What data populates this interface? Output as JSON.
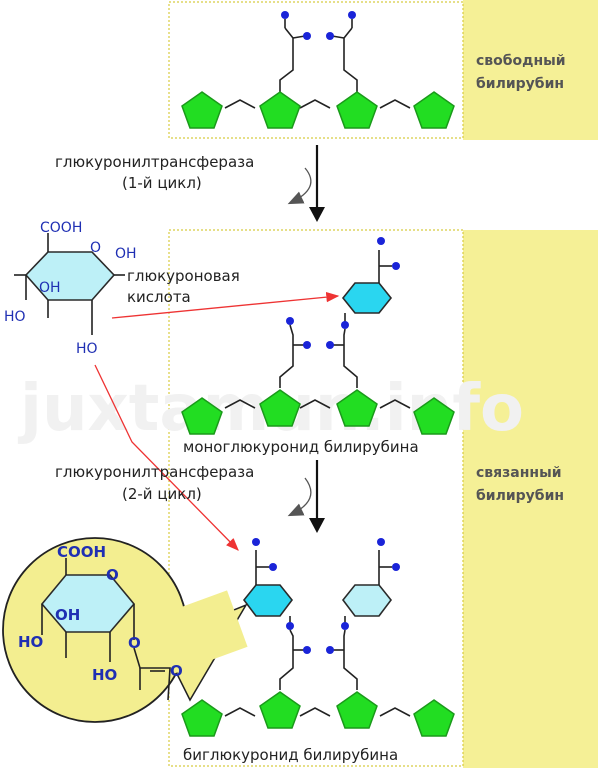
{
  "side_labels": {
    "free": [
      "свободный",
      "билирубин"
    ],
    "bound": [
      "связанный",
      "билирубин"
    ]
  },
  "enzyme_cycle_1": [
    "глюкуронилтрансфераза",
    "(1-й цикл)"
  ],
  "enzyme_cycle_2": [
    "глюкуронилтрансфераза",
    "(2-й цикл)"
  ],
  "glucuronic_acid": [
    "глюкуроновая",
    "кислота"
  ],
  "monoglucuronide": "моноглюкуронид билирубина",
  "diglucuronide": "биглюкуронид билирубина",
  "groups": {
    "cooh": "COOH",
    "o": "O",
    "oh": "OH",
    "ho": "HO"
  },
  "watermark": "juxtamun.info",
  "colors": {
    "side_panel": "#f5f096",
    "pentagon": "#22dd22",
    "hexagon_active": "#2ad6f0",
    "hexagon_light": "#bdf0f7",
    "atom_dot": "#1a24d8",
    "red_arrow": "#ee3333",
    "chem_text": "#1f2fb3"
  }
}
